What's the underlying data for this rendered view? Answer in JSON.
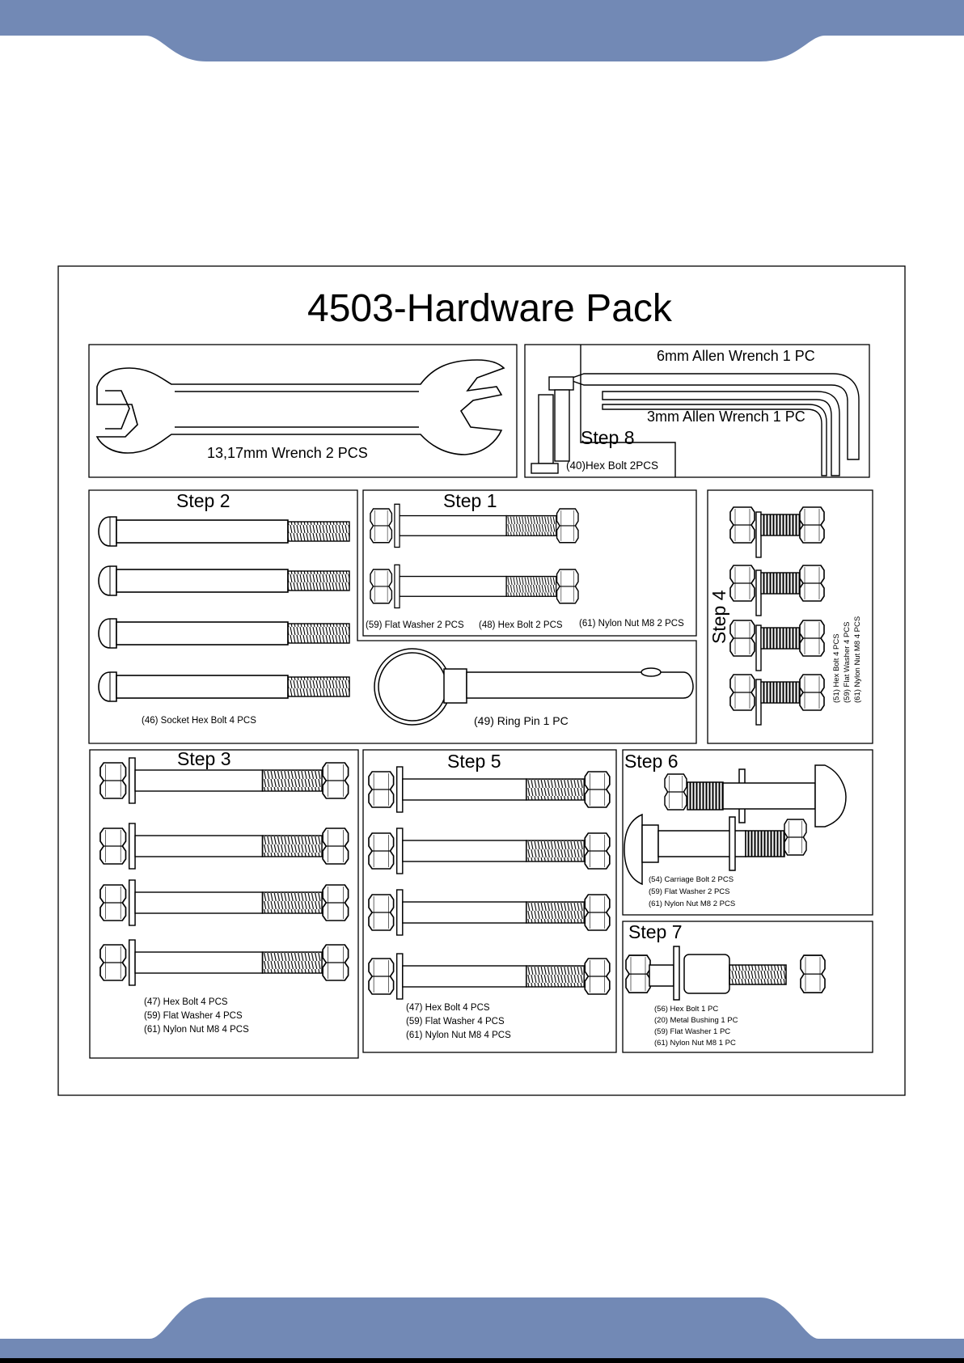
{
  "title": "4503-Hardware  Pack",
  "wrench": {
    "label": "13,17mm Wrench 2 PCS"
  },
  "allen": {
    "six": "6mm Allen Wrench 1 PC",
    "three": "3mm Allen Wrench 1 PC",
    "step": "Step 8",
    "bolt": "(40)Hex Bolt 2PCS"
  },
  "step1": {
    "title": "Step 1",
    "washer": "(59) Flat Washer   2 PCS",
    "bolt": "(48) Hex Bolt    2 PCS",
    "nut": "(61) Nylon Nut M8   2 PCS"
  },
  "step2": {
    "title": "Step 2",
    "bolt": "(46) Socket Hex Bolt   4 PCS"
  },
  "ringpin": {
    "label": "(49) Ring Pin   1 PC"
  },
  "step4": {
    "title": "Step 4",
    "bolt": "(51) Hex Bolt  4 PCS",
    "washer": "(59) Flat Washer  4 PCS",
    "nut": "(61) Nylon Nut M8 4 PCS"
  },
  "step3": {
    "title": "Step 3",
    "bolt": "(47) Hex Bolt   4 PCS",
    "washer": "(59) Flat Washer    4 PCS",
    "nut": "(61) Nylon Nut M8   4 PCS"
  },
  "step5": {
    "title": "Step 5",
    "bolt": "(47) Hex Bolt    4 PCS",
    "washer": "(59) Flat Washer    4 PCS",
    "nut": "(61) Nylon Nut M8   4 PCS"
  },
  "step6": {
    "title": "Step 6",
    "bolt": "(54) Carriage Bolt  2 PCS",
    "washer": "(59) Flat Washer   2 PCS",
    "nut": "(61) Nylon Nut M8     2 PCS"
  },
  "step7": {
    "title": "Step 7",
    "bolt": "(56) Hex Bolt   1 PC",
    "bushing": "(20) Metal Bushing 1 PC",
    "washer": "(59) Flat Washer   1 PC",
    "nut": "(61) Nylon Nut M8 1 PC"
  },
  "colors": {
    "banner": "#7289b5",
    "line": "#000000"
  }
}
